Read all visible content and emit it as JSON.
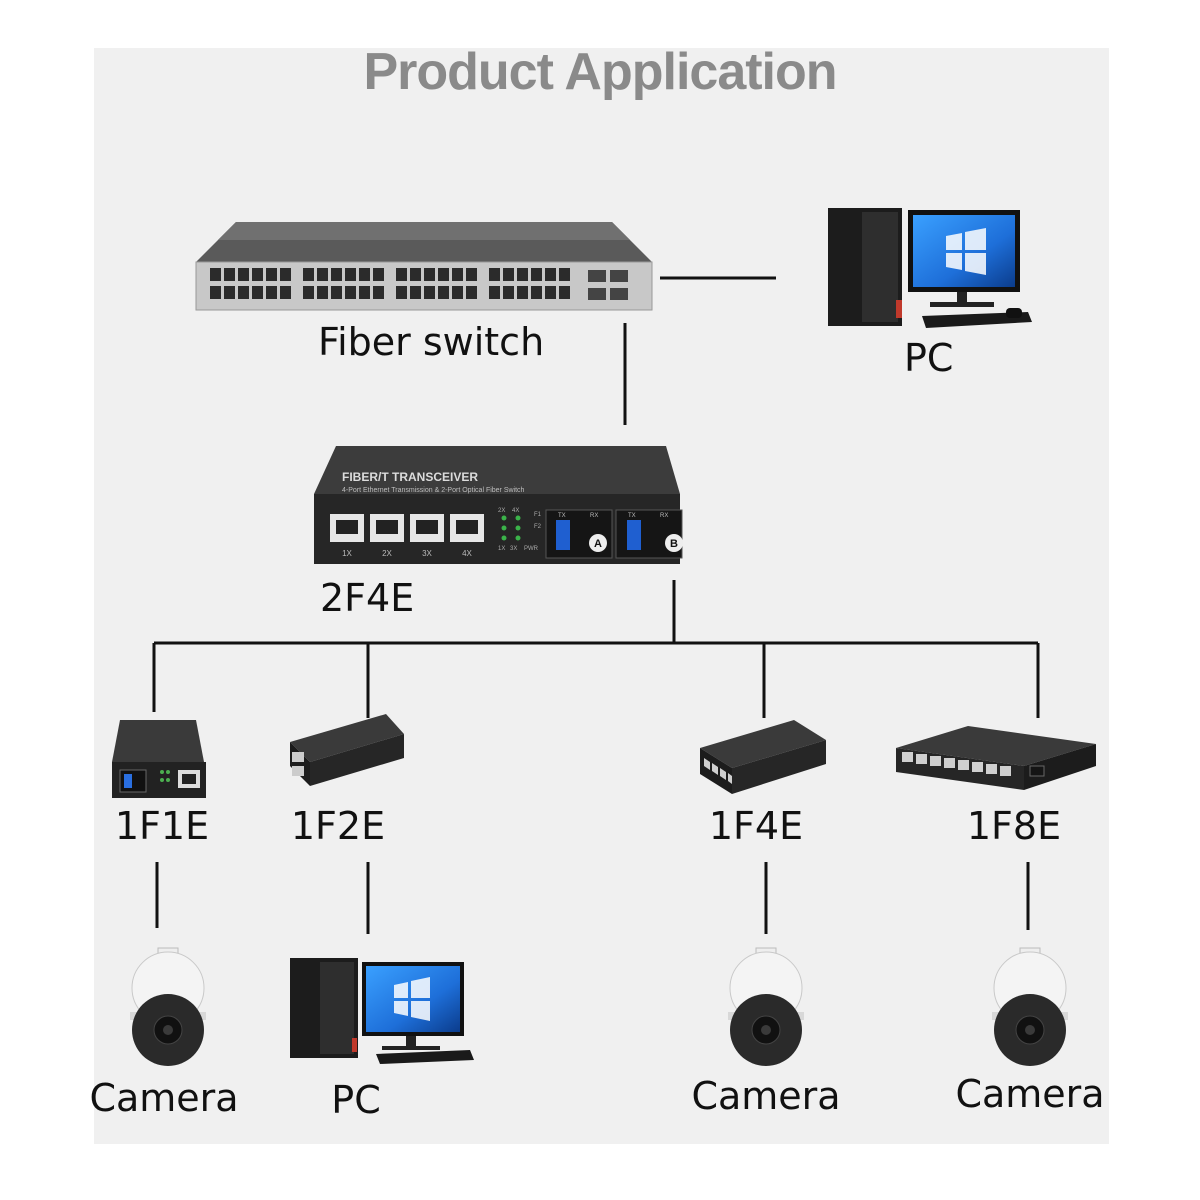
{
  "title": "Product Application",
  "devices": {
    "fiber_switch": "Fiber switch",
    "pc_top": "PC",
    "transceiver_model": "2F4E",
    "transceiver_label": "FIBER/T TRANSCEIVER",
    "transceiver_subtitle": "4-Port Ethernet Transmission & 2-Port Optical Fiber Switch",
    "transceiver_ports": [
      "1X",
      "2X",
      "3X",
      "4X"
    ],
    "transceiver_leds": [
      "2X",
      "4X",
      "F1",
      "F2",
      "1X",
      "3X",
      "PWR"
    ],
    "transceiver_fiber_ports": [
      "A",
      "B"
    ],
    "fiber_port_labels": [
      "TX",
      "RX"
    ],
    "media_converters": [
      "1F1E",
      "1F2E",
      "1F4E",
      "1F8E"
    ],
    "endpoints": [
      "Camera",
      "PC",
      "Camera",
      "Camera"
    ]
  },
  "colors": {
    "panel": "#f0f0f0",
    "title": "#8a8a8a",
    "line": "#111111",
    "device": "#2b2b2b",
    "screen": "#1e6fd9"
  }
}
